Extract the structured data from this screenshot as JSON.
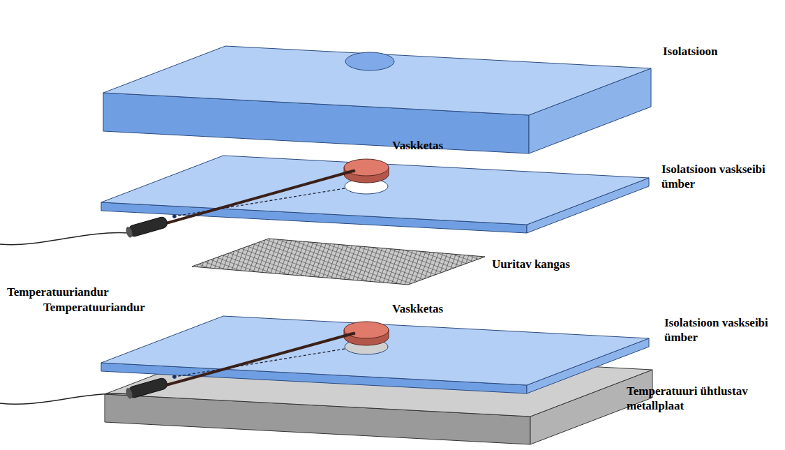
{
  "diagram": {
    "labels": [
      "Isolatsioon",
      "Vaskketas",
      "Isolatsioon vaskseibi ümber",
      "Temperatuuriandur",
      "Uuritav kangas",
      "Vaskketas",
      "Isolatsioon vaskseibi ümber",
      "Temperatuuriandur",
      "Temperatuuri ühtlustav metallplaat"
    ]
  }
}
